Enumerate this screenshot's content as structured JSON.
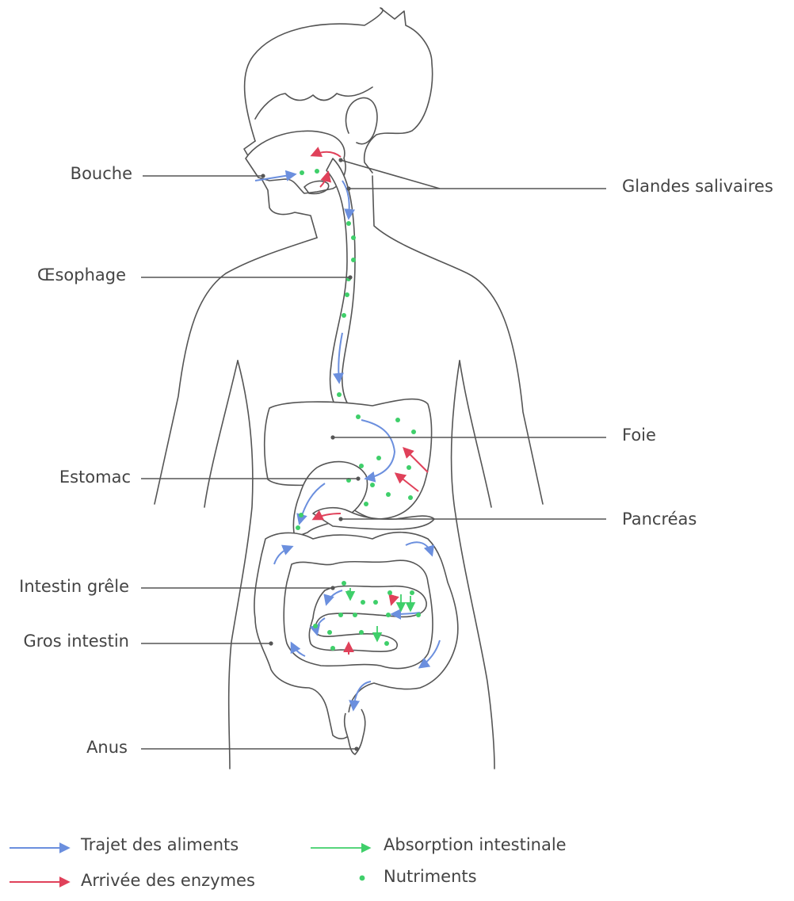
{
  "labels": {
    "bouche": "Bouche",
    "glandes": "Glandes salivaires",
    "oesophage": "Œsophage",
    "foie": "Foie",
    "estomac": "Estomac",
    "pancreas": "Pancréas",
    "intestin_grele": "Intestin grêle",
    "gros_intestin": "Gros intestin",
    "anus": "Anus"
  },
  "legend": {
    "aliments": "Trajet des aliments",
    "enzymes": "Arrivée des enzymes",
    "absorption": "Absorption intestinale",
    "nutriments": "Nutriments"
  },
  "colors": {
    "aliments": "#6b8fde",
    "enzymes": "#e0415a",
    "absorption": "#3fcf6a",
    "nutriments": "#3fcf6a",
    "outline": "#555555"
  }
}
